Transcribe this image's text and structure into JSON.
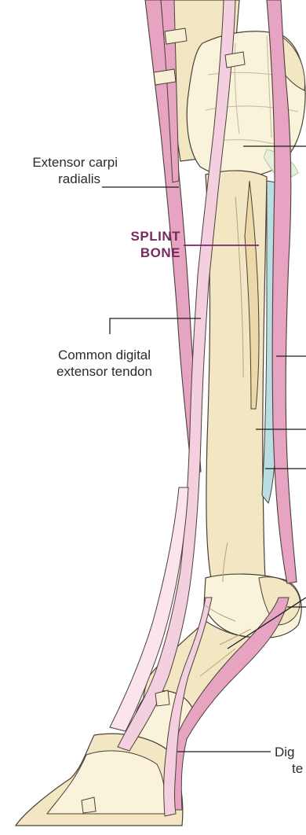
{
  "colors": {
    "bone": "#f3e7c3",
    "bone_light": "#faf3dc",
    "tendon_pink": "#e6a4c2",
    "tendon_pink_light": "#f4cfe0",
    "tendon_pale": "#fbe4ee",
    "ligament_blue": "#b9dde0",
    "outline": "#4a4035",
    "leader": "#1f1f1f",
    "accent": "#7a2a63",
    "text": "#2b2b2b"
  },
  "labels": {
    "extensor_carpi_radialis": {
      "line1": "Extensor carpi",
      "line2": "radialis"
    },
    "splint_bone": {
      "line1": "SPLINT",
      "line2": "BONE"
    },
    "common_digital_extensor": {
      "line1": "Common digital",
      "line2": "extensor tendon"
    },
    "digital_tendon_partial": {
      "line1": "Dig",
      "line2": "te"
    }
  }
}
